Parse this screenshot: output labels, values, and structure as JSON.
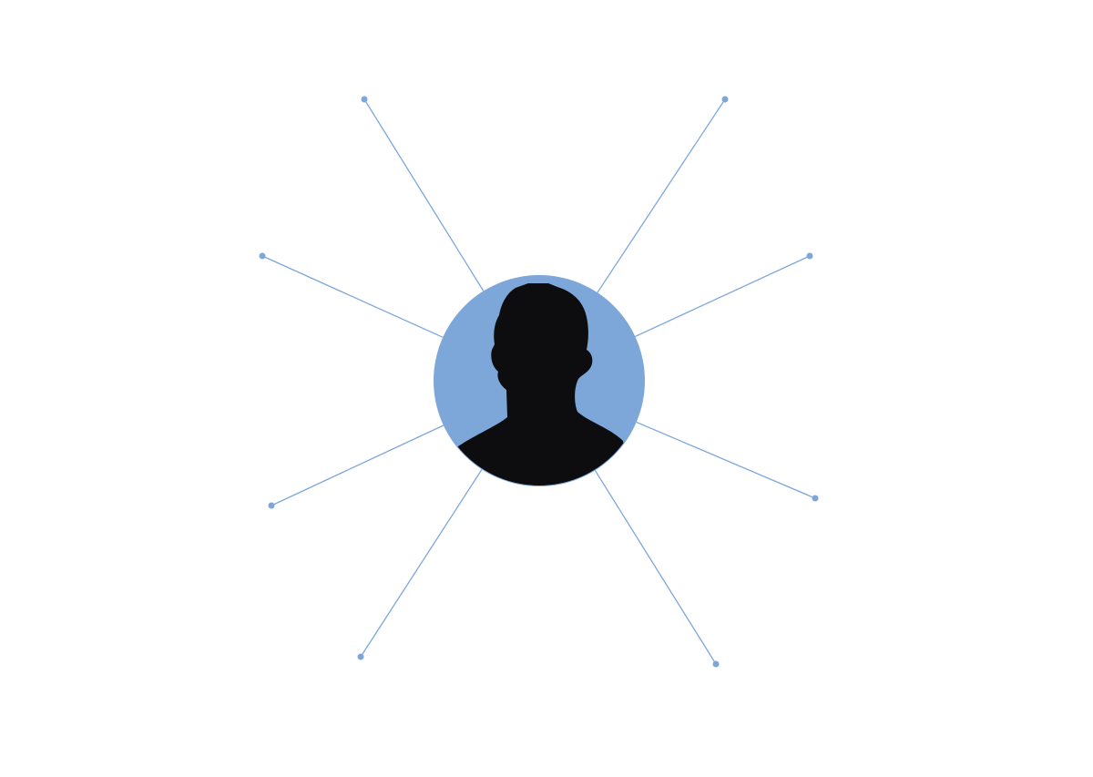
{
  "diagram": {
    "type": "radial-hub-and-spoke",
    "spoke_count": 8,
    "hub": {
      "icon": "person-silhouette-icon"
    },
    "colors": {
      "accent": "#7da7d9",
      "silhouette": "#0d0d10",
      "background": "#ffffff"
    },
    "spokes": [
      {
        "id": "spoke-1"
      },
      {
        "id": "spoke-2"
      },
      {
        "id": "spoke-3"
      },
      {
        "id": "spoke-4"
      },
      {
        "id": "spoke-5"
      },
      {
        "id": "spoke-6"
      },
      {
        "id": "spoke-7"
      },
      {
        "id": "spoke-8"
      }
    ]
  }
}
